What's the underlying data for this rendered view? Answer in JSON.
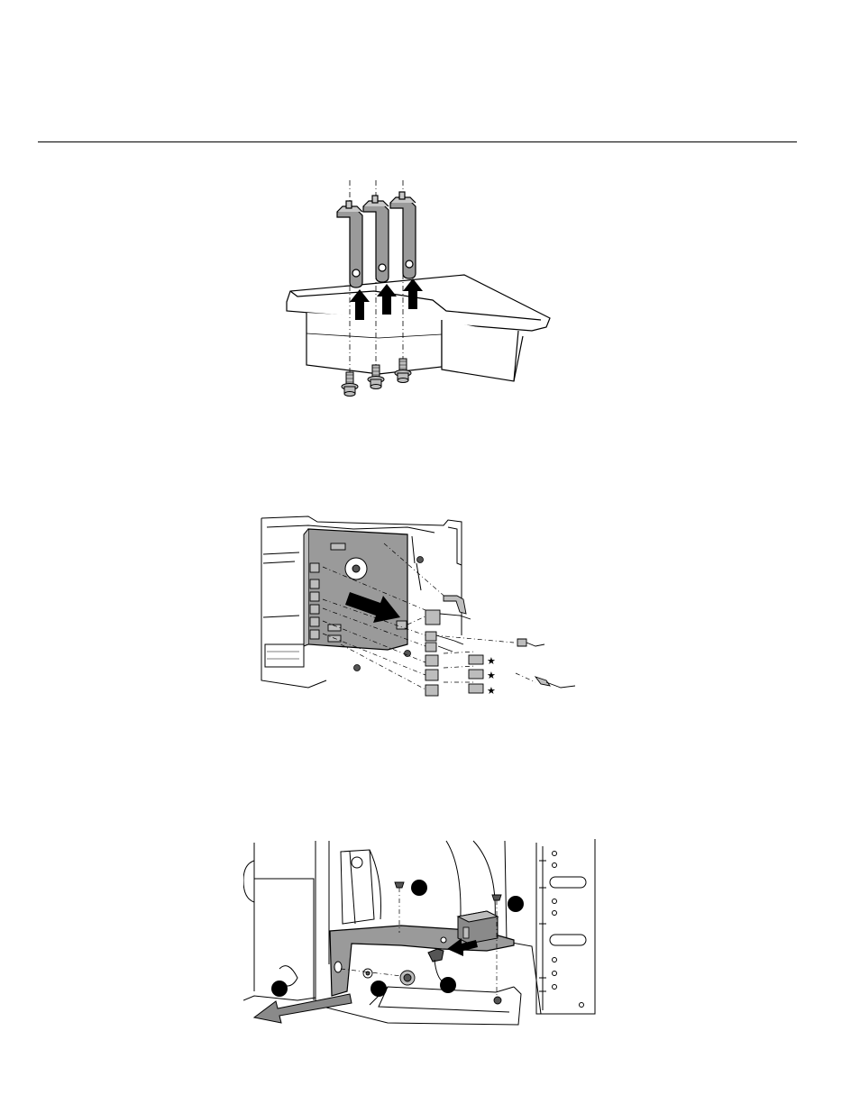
{
  "figures": [
    {
      "id": "fig1",
      "name": "bracket-removal-illustration"
    },
    {
      "id": "fig2",
      "name": "pcb-connector-removal-illustration"
    },
    {
      "id": "fig3",
      "name": "chassis-bracket-removal-illustration"
    }
  ]
}
